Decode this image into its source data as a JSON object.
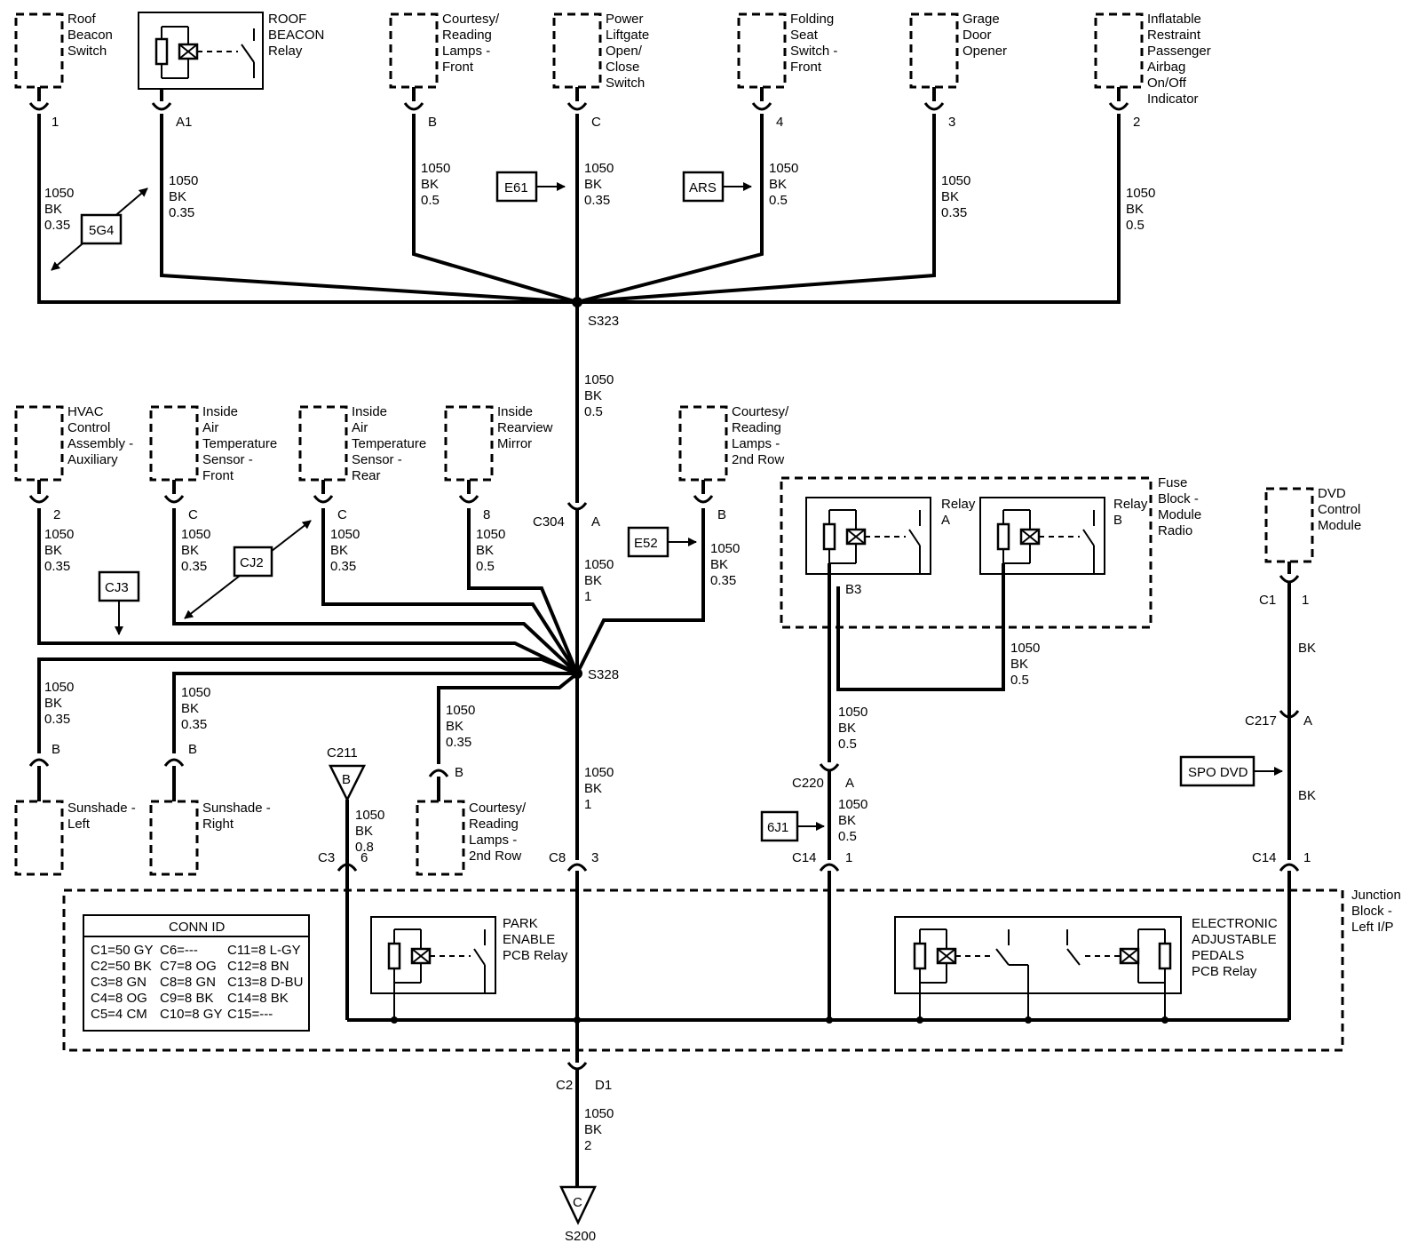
{
  "components": {
    "roof_beacon_switch": [
      "Roof",
      "Beacon",
      "Switch"
    ],
    "roof_beacon_relay": [
      "ROOF",
      "BEACON",
      "Relay"
    ],
    "courtesy_front": [
      "Courtesy/",
      "Reading",
      "Lamps -",
      "Front"
    ],
    "liftgate_switch": [
      "Power",
      "Liftgate",
      "Open/",
      "Close",
      "Switch"
    ],
    "folding_seat_switch": [
      "Folding",
      "Seat",
      "Switch -",
      "Front"
    ],
    "garage_door_opener": [
      "Grage",
      "Door",
      "Opener"
    ],
    "airbag_indicator": [
      "Inflatable",
      "Restraint",
      "Passenger",
      "Airbag",
      "On/Off",
      "Indicator"
    ],
    "hvac_aux": [
      "HVAC",
      "Control",
      "Assembly -",
      "Auxiliary"
    ],
    "temp_sensor_front": [
      "Inside",
      "Air",
      "Temperature",
      "Sensor -",
      "Front"
    ],
    "temp_sensor_rear": [
      "Inside",
      "Air",
      "Temperature",
      "Sensor -",
      "Rear"
    ],
    "rearview_mirror": [
      "Inside",
      "Rearview",
      "Mirror"
    ],
    "courtesy_2nd_row_top": [
      "Courtesy/",
      "Reading",
      "Lamps -",
      "2nd Row"
    ],
    "fuse_block": [
      "Fuse",
      "Block -",
      "Module",
      "Radio"
    ],
    "relay_a": [
      "Relay",
      "A"
    ],
    "relay_b": [
      "Relay",
      "B"
    ],
    "dvd_module": [
      "DVD",
      "Control",
      "Module"
    ],
    "sunshade_left": [
      "Sunshade -",
      "Left"
    ],
    "sunshade_right": [
      "Sunshade -",
      "Right"
    ],
    "courtesy_2nd_row_bottom": [
      "Courtesy/",
      "Reading",
      "Lamps -",
      "2nd Row"
    ],
    "park_enable_relay": [
      "PARK",
      "ENABLE",
      "PCB Relay"
    ],
    "pedals_relay": [
      "ELECTRONIC",
      "ADJUSTABLE",
      "PEDALS",
      "PCB Relay"
    ],
    "junction_block": [
      "Junction",
      "Block -",
      "Left I/P"
    ]
  },
  "pins": {
    "roof_switch": "1",
    "roof_relay": "A1",
    "courtesy_front": "B",
    "liftgate": "C",
    "folding": "4",
    "garage": "3",
    "airbag": "2",
    "hvac": "2",
    "temp_front": "C",
    "temp_rear": "C",
    "mirror": "8",
    "courtesy_2nd": "B",
    "c304_name": "C304",
    "c304_pin": "A",
    "relay_b3": "B3",
    "dvd_conn": "C1",
    "dvd_pin": "1",
    "c217_name": "C217",
    "c217_pin": "A",
    "c220_name": "C220",
    "c220_pin": "A",
    "sunshade_left": "B",
    "sunshade_right": "B",
    "courtesy_bottom": "B",
    "c3_name": "C3",
    "c3_pin": "6",
    "c8_name": "C8",
    "c8_pin": "3",
    "c14a_name": "C14",
    "c14a_pin": "1",
    "c14b_name": "C14",
    "c14b_pin": "1",
    "c2_name": "C2",
    "c2_pin": "D1"
  },
  "wires": {
    "roof_switch": [
      "1050",
      "BK",
      "0.35"
    ],
    "roof_relay": [
      "1050",
      "BK",
      "0.35"
    ],
    "courtesy_front": [
      "1050",
      "BK",
      "0.5"
    ],
    "liftgate": [
      "1050",
      "BK",
      "0.35"
    ],
    "folding": [
      "1050",
      "BK",
      "0.5"
    ],
    "garage": [
      "1050",
      "BK",
      "0.35"
    ],
    "airbag": [
      "1050",
      "BK",
      "0.5"
    ],
    "s323_to_c304": [
      "1050",
      "BK",
      "0.5"
    ],
    "hvac": [
      "1050",
      "BK",
      "0.35"
    ],
    "temp_front": [
      "1050",
      "BK",
      "0.35"
    ],
    "temp_rear": [
      "1050",
      "BK",
      "0.35"
    ],
    "mirror": [
      "1050",
      "BK",
      "0.5"
    ],
    "c304_to_s328": [
      "1050",
      "BK",
      "1"
    ],
    "courtesy_2nd": [
      "1050",
      "BK",
      "0.35"
    ],
    "fuse_block_out": [
      "1050",
      "BK",
      "0.5"
    ],
    "to_c220": [
      "1050",
      "BK",
      "0.5"
    ],
    "c220_to_c14": [
      "1050",
      "BK",
      "0.5"
    ],
    "dvd_upper": [
      "BK"
    ],
    "dvd_lower": [
      "BK"
    ],
    "sunshade_left": [
      "1050",
      "BK",
      "0.35"
    ],
    "sunshade_right": [
      "1050",
      "BK",
      "0.35"
    ],
    "courtesy_bottom": [
      "1050",
      "BK",
      "0.35"
    ],
    "c211_to_c3": [
      "1050",
      "BK",
      "0.8"
    ],
    "s328_to_c8": [
      "1050",
      "BK",
      "1"
    ],
    "c2_to_s200": [
      "1050",
      "BK",
      "2"
    ]
  },
  "splices": {
    "s323": "S323",
    "s328": "S328",
    "s200": "S200"
  },
  "grounds": {
    "c211_name": "C211",
    "c211_letter": "B",
    "s200_letter": "C"
  },
  "refs": {
    "5g4": "5G4",
    "e61": "E61",
    "ars": "ARS",
    "cj2": "CJ2",
    "cj3": "CJ3",
    "e52": "E52",
    "6j1": "6J1",
    "spo_dvd": "SPO DVD"
  },
  "conn_id": {
    "title": "CONN ID",
    "col1": [
      "C1=50 GY",
      "C2=50 BK",
      "C3=8 GN",
      "C4=8 OG",
      "C5=4 CM"
    ],
    "col2": [
      "C6=---",
      "C7=8 OG",
      "C8=8 GN",
      "C9=8 BK",
      "C10=8 GY"
    ],
    "col3": [
      "C11=8 L-GY",
      "C12=8 BN",
      "C13=8 D-BU",
      "C14=8 BK",
      "C15=---"
    ]
  }
}
